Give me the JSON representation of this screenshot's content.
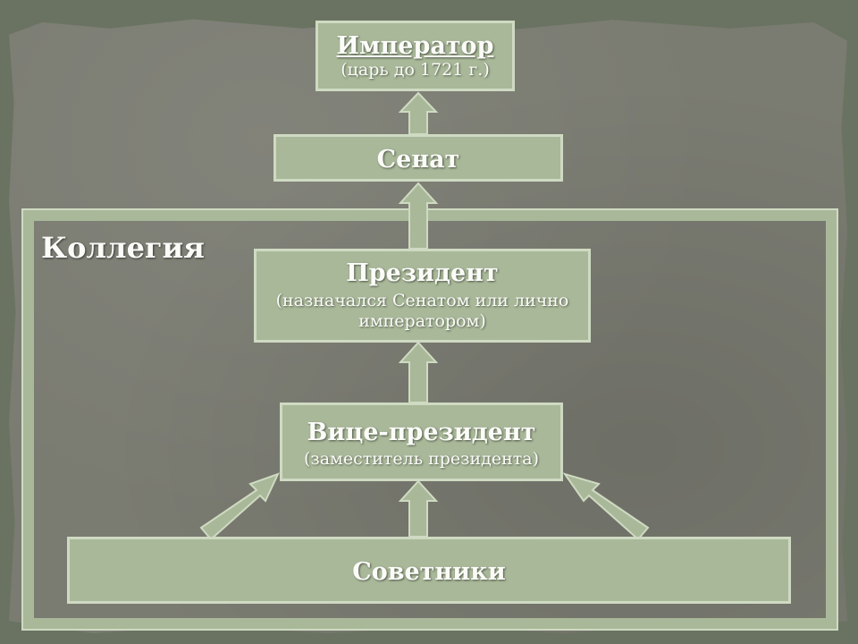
{
  "diagram": {
    "emperor": {
      "title": "Император ",
      "subtitle": "(царь до 1721 г.)"
    },
    "senate": {
      "title": "Сенат"
    },
    "collegium": {
      "label": "Коллегия"
    },
    "president": {
      "title": "Президент",
      "subtitle_line1": "(назначался Сенатом или лично",
      "subtitle_line2": "императором)"
    },
    "vice_president": {
      "title": "Вице-президент",
      "subtitle": "(заместитель президента)"
    },
    "councillors": {
      "title": "Советники"
    }
  },
  "colors": {
    "background": "#6a7362",
    "paper": "#7a7b71",
    "box_fill": "#a9b899",
    "box_border": "#cfdac2",
    "text": "#fbfcf8"
  }
}
